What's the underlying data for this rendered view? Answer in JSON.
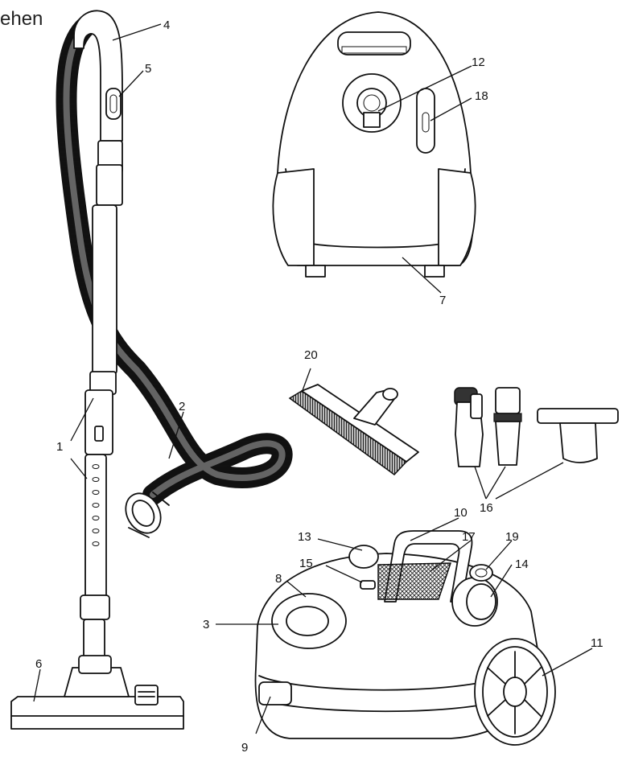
{
  "heading": "ehen",
  "callouts": {
    "c1": "1",
    "c2": "2",
    "c3": "3",
    "c4": "4",
    "c5": "5",
    "c6": "6",
    "c7": "7",
    "c8": "8",
    "c9": "9",
    "c10": "10",
    "c11": "11",
    "c12": "12",
    "c13": "13",
    "c14": "14",
    "c15": "15",
    "c16": "16",
    "c17": "17",
    "c18": "18",
    "c19": "19",
    "c20": "20"
  },
  "colors": {
    "line": "#111111",
    "background": "#ffffff",
    "dark_fill": "#333333"
  }
}
